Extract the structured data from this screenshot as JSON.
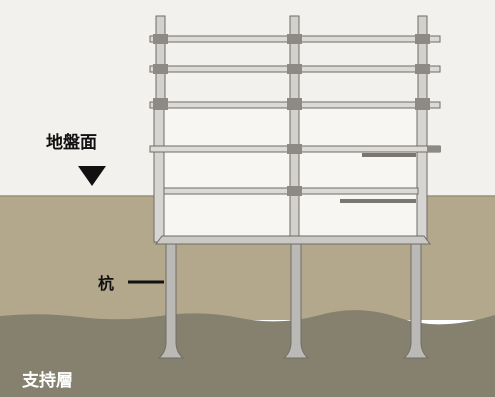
{
  "labels": {
    "ground_surface": "地盤面",
    "pile": "杭",
    "bearing_layer": "支持層"
  },
  "colors": {
    "sky": "#f2f0ec",
    "soil_upper": "#b2a78a",
    "soil_lower": "#86806e",
    "pipe": "#cfcdc9",
    "pipe_edge": "#6f6c67",
    "pile": "#b9b8b4",
    "slab": "#c9c8c5"
  }
}
